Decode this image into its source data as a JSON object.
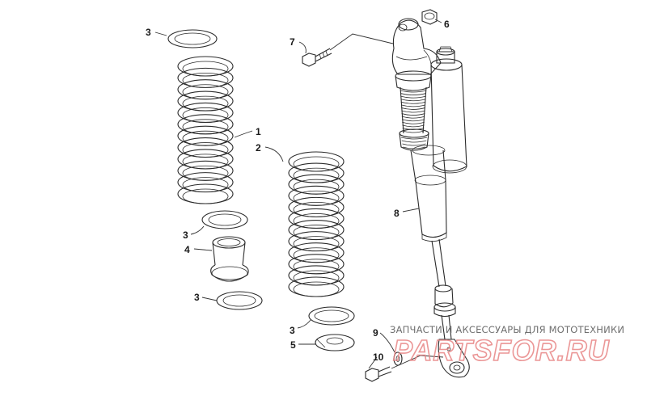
{
  "callouts": {
    "c1": "1",
    "c2": "2",
    "c3a": "3",
    "c3b": "3",
    "c3c": "3",
    "c3d": "3",
    "c4": "4",
    "c5": "5",
    "c6": "6",
    "c7": "7",
    "c8": "8",
    "c9": "9",
    "c10": "10"
  },
  "watermark": {
    "tagline": "ЗАПЧАСТИ И АКСЕССУАРЫ ДЛЯ МОТОТЕХНИКИ",
    "logo": "PARTSFOR.RU",
    "color": "#e88585"
  }
}
